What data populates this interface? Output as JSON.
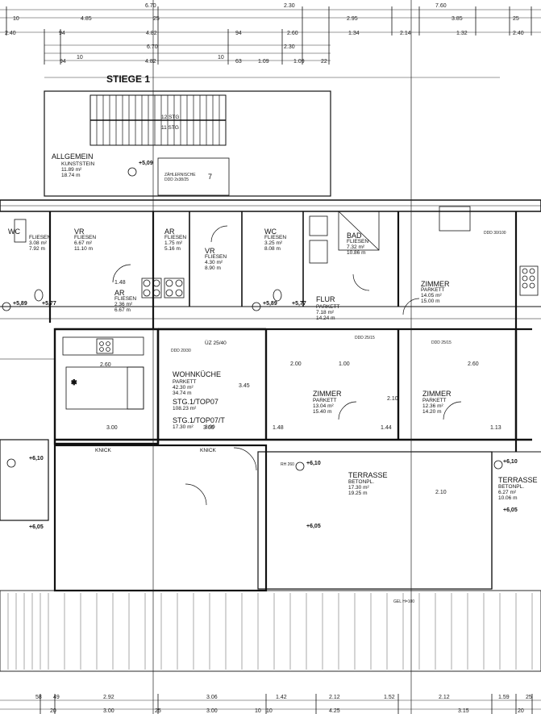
{
  "stair": {
    "title": "STIEGE 1",
    "room": "ALLGEMEIN",
    "floor": "KUNSTSTEIN",
    "area1": "11.89 m²",
    "area2": "18.74 m",
    "steps_upper": "12 STG",
    "steps_lower": "11 STG",
    "meter_label": "ZÄHLERNISCHE",
    "meter_size": "DDD 2x38/25",
    "number": "7"
  },
  "rooms": [
    {
      "key": "wc_left",
      "name": "WC",
      "floor": "FLIESEN",
      "area": "3.08 m²",
      "perim": "7.92 m"
    },
    {
      "key": "vr_left",
      "name": "VR",
      "floor": "FLIESEN",
      "area": "6.67 m²",
      "perim": "11.10 m"
    },
    {
      "key": "ar_upper",
      "name": "AR",
      "floor": "FLIESEN",
      "area": "1.75 m²",
      "perim": "5.16 m"
    },
    {
      "key": "vr_mid",
      "name": "VR",
      "floor": "FLIESEN",
      "area": "4.30 m²",
      "perim": "8.90 m"
    },
    {
      "key": "wc_mid",
      "name": "WC",
      "floor": "FLIESEN",
      "area": "3.25 m²",
      "perim": "8.08 m"
    },
    {
      "key": "bad",
      "name": "BAD",
      "floor": "FLIESEN",
      "area": "7.32 m²",
      "perim": "10.86 m"
    },
    {
      "key": "zimmer_tr",
      "name": "ZIMMER",
      "floor": "PARKETT",
      "area": "14.05 m²",
      "perim": "15.00 m"
    },
    {
      "key": "ar_lower",
      "name": "AR",
      "floor": "FLIESEN",
      "area": "2.36 m²",
      "perim": "6.67 m"
    },
    {
      "key": "flur",
      "name": "FLUR",
      "floor": "PARKETT",
      "area": "7.18 m²",
      "perim": "14.24 m"
    },
    {
      "key": "wohnkueche",
      "name": "WOHNKÜCHE",
      "floor": "PARKETT",
      "area": "42.30 m²",
      "perim": "34.74 m"
    },
    {
      "key": "zimmer_mid",
      "name": "ZIMMER",
      "floor": "PARKETT",
      "area": "13.04 m²",
      "perim": "15.40 m"
    },
    {
      "key": "zimmer_right",
      "name": "ZIMMER",
      "floor": "PARKETT",
      "area": "12.36 m²",
      "perim": "14.20 m"
    },
    {
      "key": "terrasse",
      "name": "TERRASSE",
      "floor": "BETONPL.",
      "area": "17.30 m²",
      "perim": "19.25 m"
    },
    {
      "key": "terrasse_r",
      "name": "TERRASSE",
      "floor": "BETONPL.",
      "area": "6.27 m²",
      "perim": "10.06 m"
    }
  ],
  "unit": {
    "top1": "STG.1/TOP07",
    "top1_area": "108.23 m²",
    "top2": "STG.1/TOP07/T",
    "top2_area": "17.30 m²",
    "top2_perim": "3.00"
  },
  "elevations": [
    "+5,89",
    "+5,77",
    "+5,89",
    "+5,77",
    "+5,09",
    "+6,10",
    "+6,05",
    "+6,10",
    "+6,05",
    "+6,10",
    "+6,05"
  ],
  "labels": {
    "knick1": "KNICK",
    "knick2": "KNICK",
    "uez": "ÜZ 25/40",
    "gel": "GEL H=100",
    "rh": "RH 260",
    "ddd1": "DDD 20/30",
    "ddd2": "DDD 25/15",
    "ddd3": "DDD 25/15",
    "ddd4": "DDD 30/100"
  },
  "dims": {
    "top_row1": [
      "6.70",
      "2.30",
      "7.60"
    ],
    "top_row2": [
      "10",
      "4.85",
      "25",
      "2.95",
      "3.85",
      "25"
    ],
    "top_row3": [
      "2.40",
      "94",
      "4.82",
      "94",
      "2.60",
      "1.34",
      "2.14",
      "1.32",
      "2.40"
    ],
    "top_row4": [
      "6.70"
    ],
    "top_row5": [
      "2.30"
    ],
    "top_row6": [
      "94",
      "10",
      "4.82",
      "10",
      "63",
      "1.09",
      "1.09",
      "22"
    ],
    "bottom_row1": [
      "58",
      "49",
      "2.92",
      "3.06",
      "1.42",
      "2.12",
      "1.52",
      "2.12",
      "1.59",
      "25"
    ],
    "bottom_row2": [
      "20",
      "3.00",
      "25",
      "3.00",
      "10",
      "10",
      "4.25",
      "3.15",
      "20"
    ],
    "interior": [
      "2.60",
      "3.00",
      "3.00",
      "2.00",
      "1.00",
      "2.60",
      "1.48",
      "1.44",
      "1.13",
      "3.45",
      "1.48",
      "2.10",
      "2.10"
    ]
  }
}
